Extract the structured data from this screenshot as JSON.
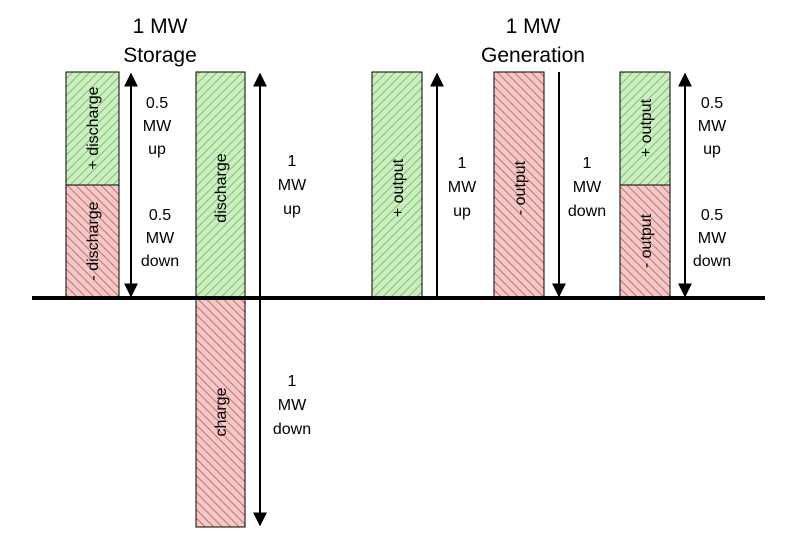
{
  "titles": {
    "storage": [
      "1 MW",
      "Storage"
    ],
    "generation": [
      "1 MW",
      "Generation"
    ]
  },
  "bars": {
    "storage_split_top": "+ discharge",
    "storage_split_bottom": "- discharge",
    "storage_discharge": "discharge",
    "storage_charge": "charge",
    "gen_plus_output": "+ output",
    "gen_minus_output": "- output",
    "gen_split_top": "+ output",
    "gen_split_bottom": "- output"
  },
  "arrow_labels": {
    "storage_half_up": [
      "0.5",
      "MW",
      "up"
    ],
    "storage_half_down": [
      "0.5",
      "MW",
      "down"
    ],
    "storage_full_up": [
      "1",
      "MW",
      "up"
    ],
    "storage_full_down": [
      "1",
      "MW",
      "down"
    ],
    "gen_full_up": [
      "1",
      "MW",
      "up"
    ],
    "gen_full_down": [
      "1",
      "MW",
      "down"
    ],
    "gen_half_up": [
      "0.5",
      "MW",
      "up"
    ],
    "gen_half_down": [
      "0.5",
      "MW",
      "down"
    ]
  },
  "colors": {
    "green_fill": "#cdeec3",
    "green_hatch": "#7cc46a",
    "red_fill": "#f2c9c9",
    "red_hatch": "#d06a6a"
  }
}
